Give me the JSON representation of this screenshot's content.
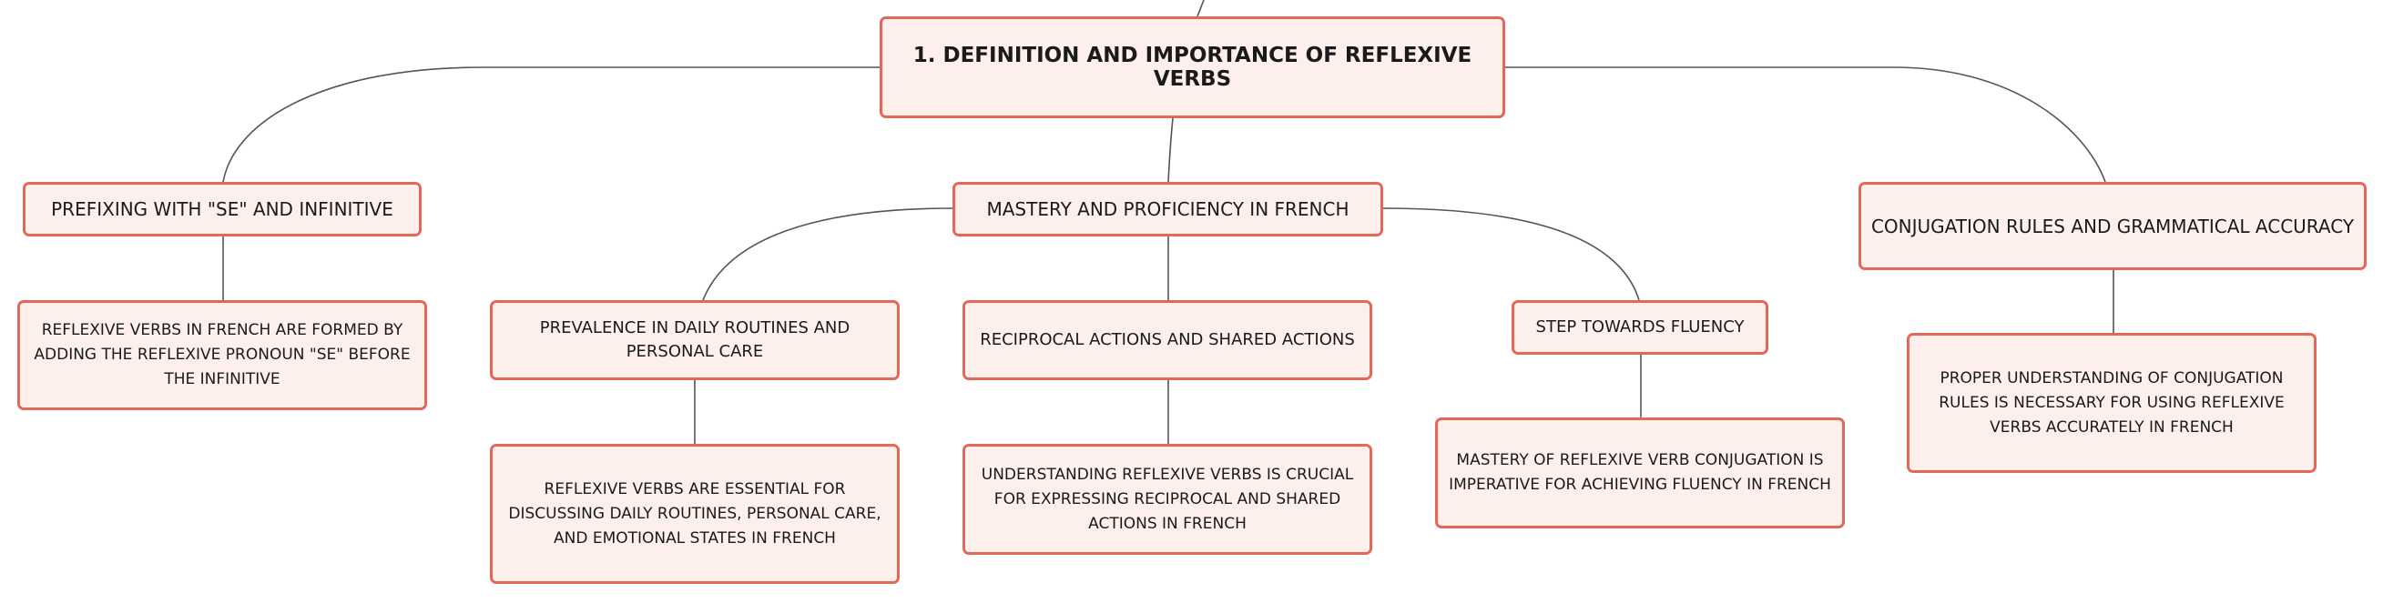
{
  "colors": {
    "node_fill": "#fdf0ec",
    "node_border": "#e2685a",
    "connector": "#555555",
    "text": "#1a1a1a"
  },
  "root": {
    "label": "1. DEFINITION AND IMPORTANCE OF REFLEXIVE VERBS"
  },
  "branches": {
    "prefixing": {
      "label": "PREFIXING WITH \"SE\" AND INFINITIVE",
      "detail": "REFLEXIVE VERBS IN FRENCH ARE FORMED BY ADDING THE REFLEXIVE PRONOUN \"SE\" BEFORE THE INFINITIVE"
    },
    "mastery": {
      "label": "MASTERY AND PROFICIENCY IN FRENCH",
      "children": {
        "prevalence": {
          "label": "PREVALENCE IN DAILY ROUTINES AND PERSONAL CARE",
          "detail": "REFLEXIVE VERBS ARE ESSENTIAL FOR DISCUSSING DAILY ROUTINES, PERSONAL CARE, AND EMOTIONAL STATES IN FRENCH"
        },
        "reciprocal": {
          "label": "RECIPROCAL ACTIONS AND SHARED ACTIONS",
          "detail": "UNDERSTANDING REFLEXIVE VERBS IS CRUCIAL FOR EXPRESSING RECIPROCAL AND SHARED ACTIONS IN FRENCH"
        },
        "fluency": {
          "label": "STEP TOWARDS FLUENCY",
          "detail": "MASTERY OF REFLEXIVE VERB CONJUGATION IS IMPERATIVE FOR ACHIEVING FLUENCY IN FRENCH"
        }
      }
    },
    "conjugation": {
      "label": "CONJUGATION RULES AND GRAMMATICAL ACCURACY",
      "detail": "PROPER UNDERSTANDING OF CONJUGATION RULES IS NECESSARY FOR USING REFLEXIVE VERBS ACCURATELY IN FRENCH"
    }
  }
}
